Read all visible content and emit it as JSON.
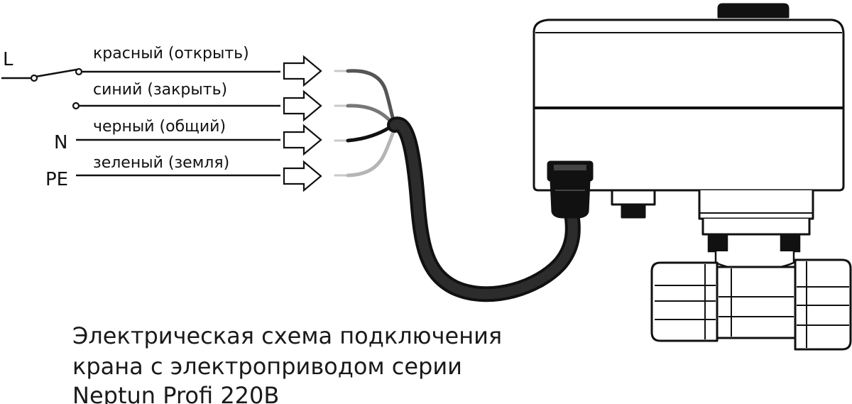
{
  "terminals": {
    "L": "L",
    "N": "N",
    "PE": "PE"
  },
  "wires": [
    {
      "label": "красный (открыть)",
      "color": "#555555"
    },
    {
      "label": "синий (закрыть)",
      "color": "#777777"
    },
    {
      "label": "черный (общий)",
      "color": "#111111"
    },
    {
      "label": "зеленый (земля)",
      "color": "#b5b5b5"
    }
  ],
  "caption": {
    "line1": "Электрическая схема подключения",
    "line2": "крана с электроприводом серии",
    "line3": "Neptun Profi 220В"
  }
}
